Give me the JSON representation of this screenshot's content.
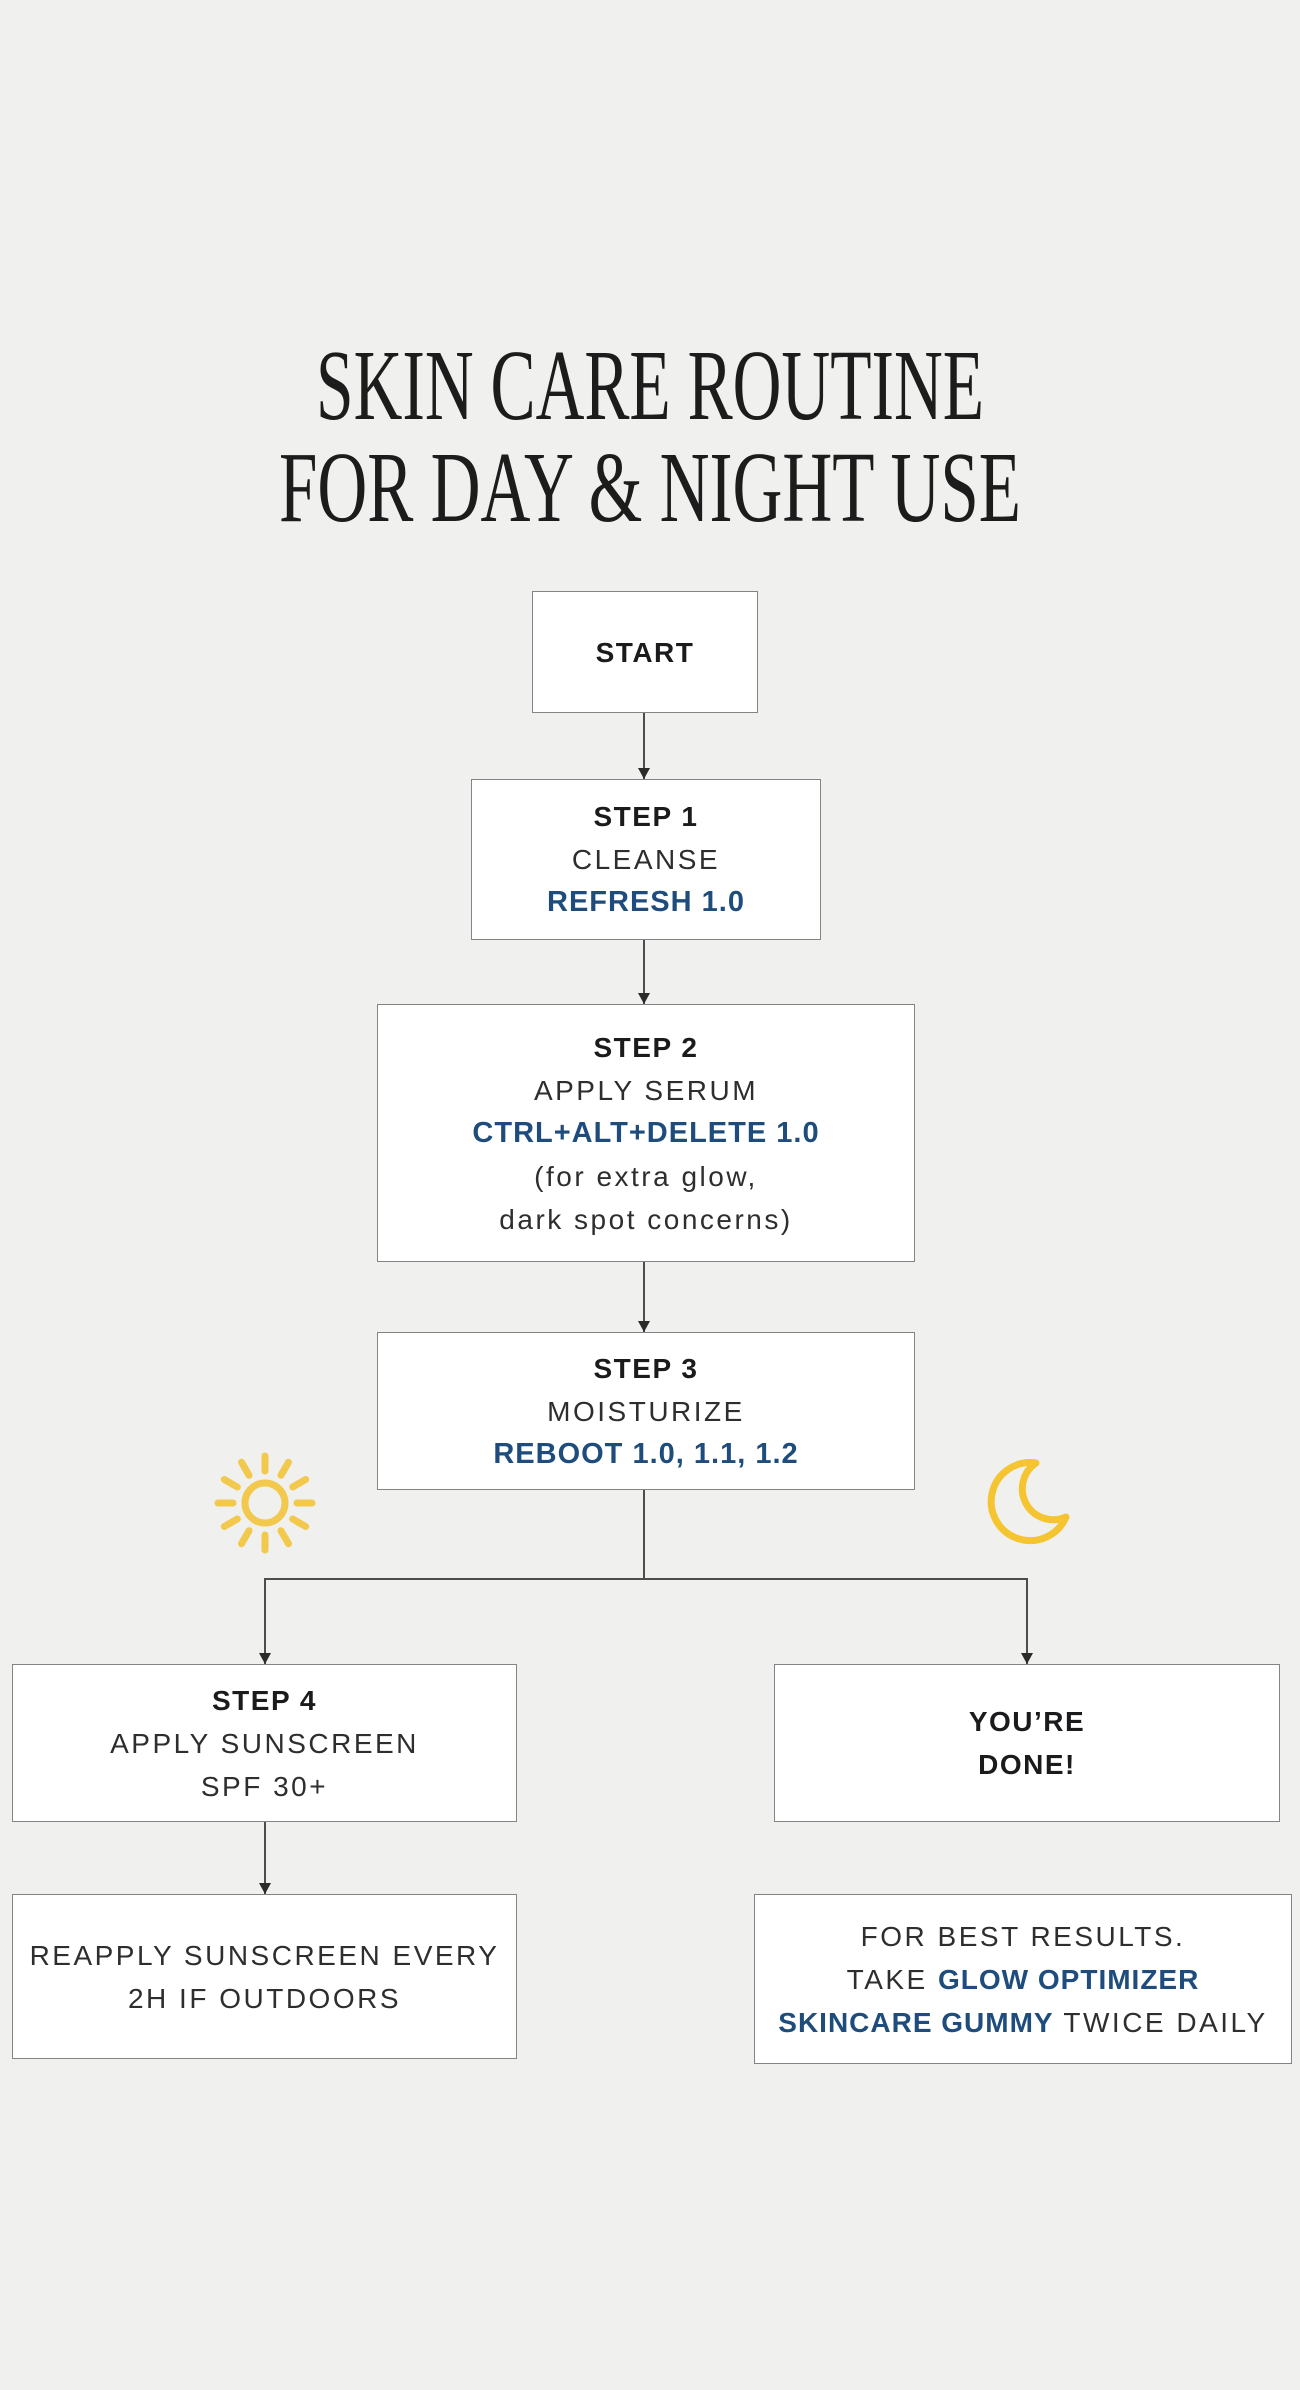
{
  "page": {
    "background": "#f0f0ee"
  },
  "title": {
    "line1": "SKIN CARE ROUTINE",
    "line2": "FOR DAY & NIGHT USE"
  },
  "colors": {
    "accent_blue": "#1e4c7c",
    "sun_yellow": "#f2c94c",
    "moon_yellow": "#f5c431",
    "box_border": "#848484",
    "connector": "#4d4d4d"
  },
  "nodes": {
    "start": {
      "label": "START"
    },
    "step1": {
      "title": "STEP 1",
      "action": "CLEANSE",
      "product": "REFRESH 1.0"
    },
    "step2": {
      "title": "STEP 2",
      "action": "APPLY SERUM",
      "product": "CTRL+ALT+DELETE 1.0",
      "note1": "(for extra glow,",
      "note2": "dark spot concerns)"
    },
    "step3": {
      "title": "STEP 3",
      "action": "MOISTURIZE",
      "product": "REBOOT 1.0, 1.1, 1.2"
    },
    "step4": {
      "title": "STEP 4",
      "action1": "APPLY SUNSCREEN",
      "action2": "SPF 30+"
    },
    "done": {
      "line1": "YOU’RE",
      "line2": "DONE!"
    },
    "reapply": {
      "line1": "REAPPLY SUNSCREEN EVERY",
      "line2": "2H IF OUTDOORS"
    },
    "results": {
      "line1": "FOR BEST RESULTS.",
      "line2_text": "TAKE ",
      "line2_bold": "GLOW OPTIMIZER",
      "line3_bold": "SKINCARE GUMMY",
      "line3_text": " TWICE DAILY"
    }
  },
  "icons": {
    "day": "sun-icon",
    "night": "moon-icon"
  }
}
